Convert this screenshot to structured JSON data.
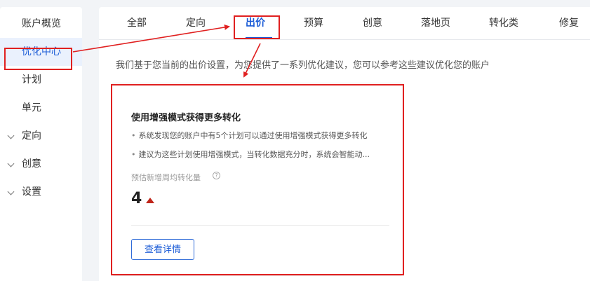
{
  "sidebar": {
    "items": [
      {
        "label": "账户概览"
      },
      {
        "label": "优化中心"
      },
      {
        "label": "计划"
      },
      {
        "label": "单元"
      },
      {
        "label": "定向"
      },
      {
        "label": "创意"
      },
      {
        "label": "设置"
      }
    ]
  },
  "tabs": [
    {
      "label": "全部"
    },
    {
      "label": "定向"
    },
    {
      "label": "出价"
    },
    {
      "label": "预算"
    },
    {
      "label": "创意"
    },
    {
      "label": "落地页"
    },
    {
      "label": "转化类"
    },
    {
      "label": "修复"
    }
  ],
  "intro": "我们基于您当前的出价设置，为您提供了一系列优化建议，您可以参考这些建议优化您的账户",
  "card": {
    "title": "使用增强模式获得更多转化",
    "bullets": [
      "系统发现您的账户中有5个计划可以通过使用增强模式获得更多转化",
      "建议为这些计划使用增强模式，当转化数据充分时，系统会智能动..."
    ],
    "metric_label": "预估新增周均转化量",
    "metric_value": "4",
    "help_icon_text": "?",
    "button_label": "查看详情"
  },
  "colors": {
    "accent": "#1a5bd6",
    "annotation": "#e02020",
    "up_trend": "#c0251a"
  }
}
